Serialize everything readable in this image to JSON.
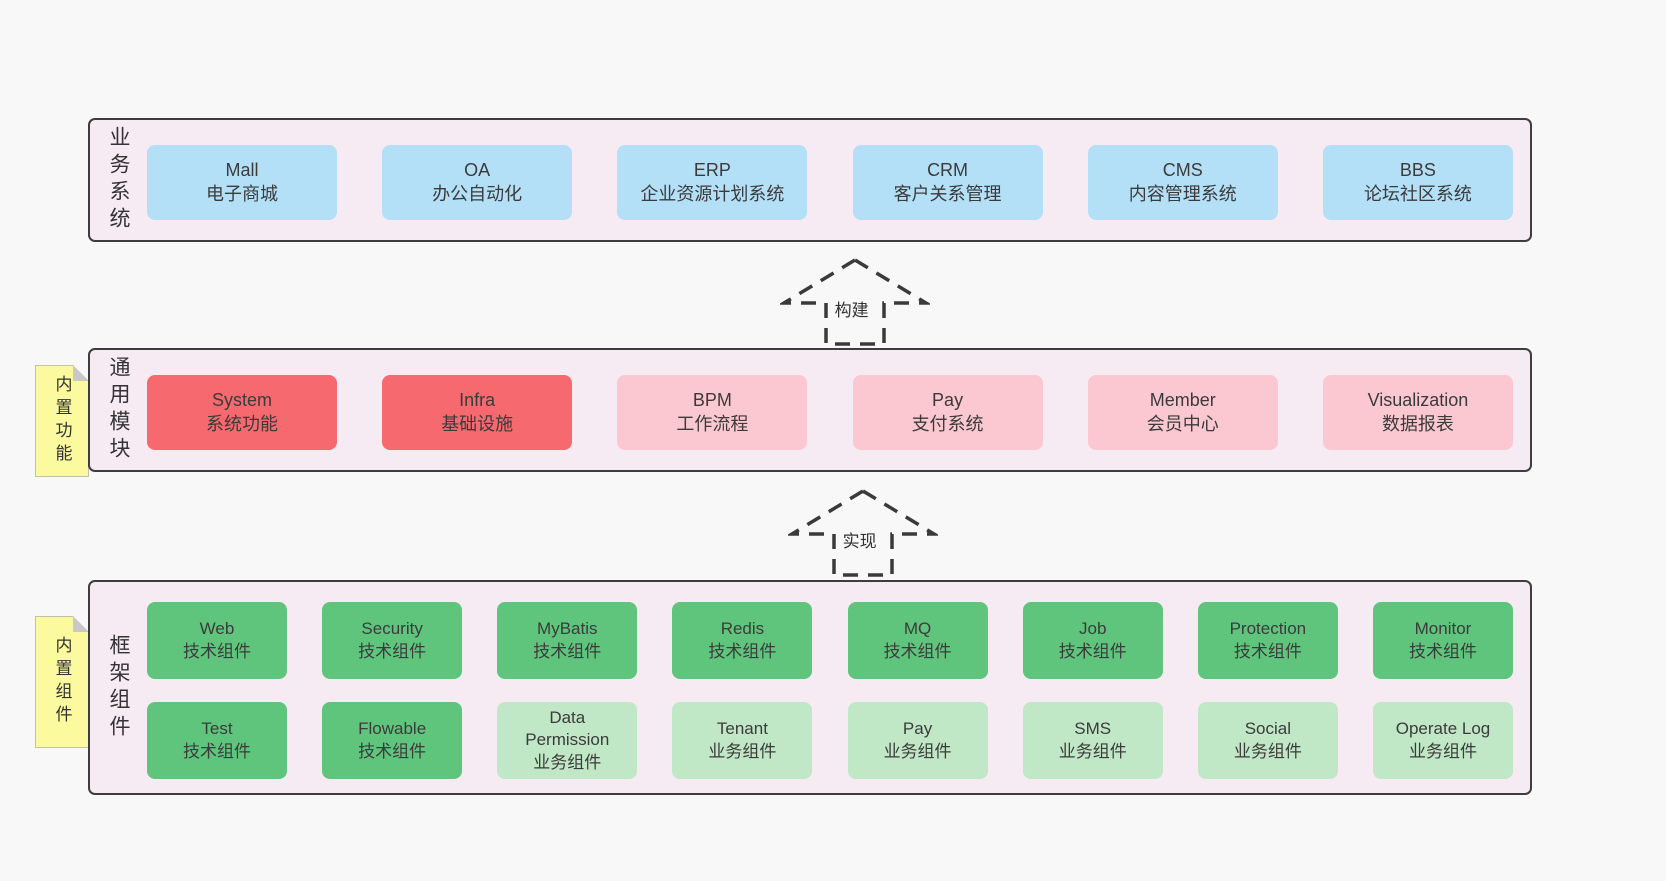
{
  "colors": {
    "page_bg": "#f8f8f8",
    "band_bg": "#f7ebf3",
    "band_border": "#3d3d3d",
    "blue": "#b3dff7",
    "red": "#f5696f",
    "pink": "#fbc7d0",
    "green": "#5fc57d",
    "lightgreen": "#c0e7c6",
    "yellow": "#fbfa9e",
    "fold": "#c8c8c8",
    "arrow": "#3a3a3a",
    "text": "#3c3c3c"
  },
  "bands": {
    "business": {
      "label": "业务系统",
      "boxes": [
        {
          "name": "Mall",
          "desc": "电子商城"
        },
        {
          "name": "OA",
          "desc": "办公自动化"
        },
        {
          "name": "ERP",
          "desc": "企业资源计划系统"
        },
        {
          "name": "CRM",
          "desc": "客户关系管理"
        },
        {
          "name": "CMS",
          "desc": "内容管理系统"
        },
        {
          "name": "BBS",
          "desc": "论坛社区系统"
        }
      ]
    },
    "modules": {
      "label": "通用模块",
      "sticky": "内置功能",
      "boxes": [
        {
          "name": "System",
          "desc": "系统功能"
        },
        {
          "name": "Infra",
          "desc": "基础设施"
        },
        {
          "name": "BPM",
          "desc": "工作流程"
        },
        {
          "name": "Pay",
          "desc": "支付系统"
        },
        {
          "name": "Member",
          "desc": "会员中心"
        },
        {
          "name": "Visualization",
          "desc": "数据报表"
        }
      ]
    },
    "framework": {
      "label": "框架组件",
      "sticky": "内置组件",
      "rows": [
        [
          {
            "name": "Web",
            "desc": "技术组件"
          },
          {
            "name": "Security",
            "desc": "技术组件"
          },
          {
            "name": "MyBatis",
            "desc": "技术组件"
          },
          {
            "name": "Redis",
            "desc": "技术组件"
          },
          {
            "name": "MQ",
            "desc": "技术组件"
          },
          {
            "name": "Job",
            "desc": "技术组件"
          },
          {
            "name": "Protection",
            "desc": "技术组件"
          },
          {
            "name": "Monitor",
            "desc": "技术组件"
          }
        ],
        [
          {
            "name": "Test",
            "desc": "技术组件"
          },
          {
            "name": "Flowable",
            "desc": "技术组件"
          },
          {
            "name": "Data Permission",
            "desc": "业务组件"
          },
          {
            "name": "Tenant",
            "desc": "业务组件"
          },
          {
            "name": "Pay",
            "desc": "业务组件"
          },
          {
            "name": "SMS",
            "desc": "业务组件"
          },
          {
            "name": "Social",
            "desc": "业务组件"
          },
          {
            "name": "Operate Log",
            "desc": "业务组件"
          }
        ]
      ]
    }
  },
  "arrows": [
    {
      "label": "构建"
    },
    {
      "label": "实现"
    }
  ]
}
